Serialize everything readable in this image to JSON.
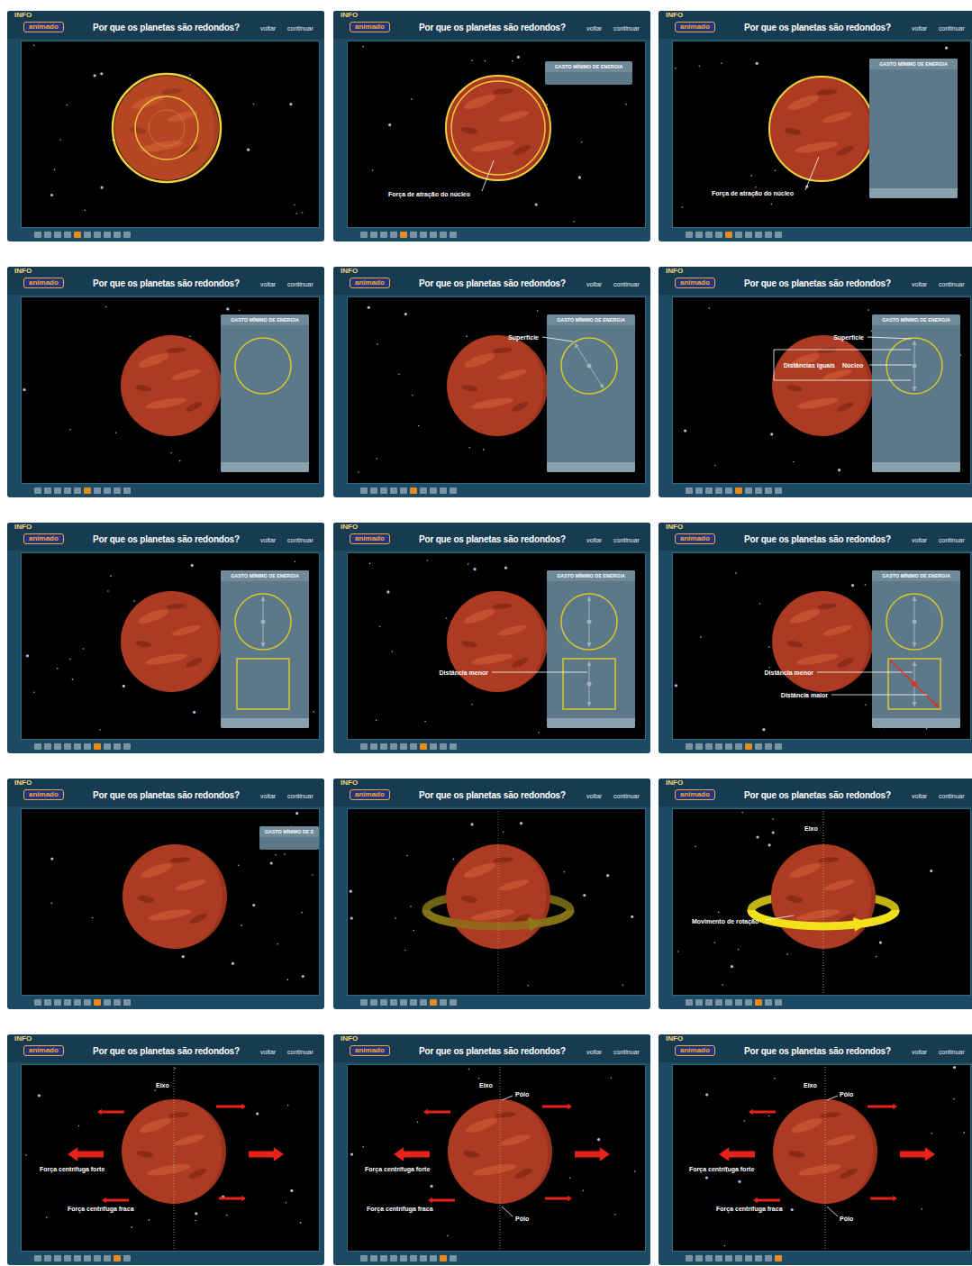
{
  "diagram": {
    "nodes": [
      {
        "text": [
          "GASTO MÍNIMO DE ENERGIA"
        ]
      },
      {
        "text": [
          "GASTO MÍNIMO DE ENERGIA"
        ]
      },
      {
        "text": [
          "GASTO MÍNIMO DE ENERGIA"
        ]
      },
      {
        "text": [
          "GASTO MÍNIMO DE ENERGIA"
        ]
      },
      {
        "text": [
          "GASTO MÍNIMO DE ENERGIA"
        ]
      },
      {
        "text": [
          "GASTO MÍNIMO DE ENERGIA"
        ]
      },
      {
        "text": [
          "GASTO MÍNIMO DE ENERGIA"
        ]
      },
      {
        "text": [
          "GASTO MÍNIMO DE ENERGIA"
        ]
      },
      {
        "text": [
          "GASTO MÍNIMO DE E"
        ]
      }
    ],
    "labels": [
      "INFO",
      "animado",
      "Por que os planetas são redondos?",
      "voltar",
      "continuar",
      "INFO",
      "animado",
      "Por que os planetas são redondos?",
      "voltar",
      "continuar",
      "Força de atração do núcleo",
      "INFO",
      "animado",
      "Por que os planetas são redondos?",
      "voltar",
      "continuar",
      "Força de atração do núcleo",
      "INFO",
      "animado",
      "Por que os planetas são redondos?",
      "voltar",
      "continuar",
      "INFO",
      "animado",
      "Por que os planetas são redondos?",
      "voltar",
      "continuar",
      "Superfície",
      "INFO",
      "animado",
      "Por que os planetas são redondos?",
      "voltar",
      "continuar",
      "Superfície",
      "Distâncias iguais",
      "Núcleo",
      "INFO",
      "animado",
      "Por que os planetas são redondos?",
      "voltar",
      "continuar",
      "INFO",
      "animado",
      "Por que os planetas são redondos?",
      "voltar",
      "continuar",
      "Distância menor",
      "INFO",
      "animado",
      "Por que os planetas são redondos?",
      "voltar",
      "continuar",
      "Distância menor",
      "Distância maior",
      "INFO",
      "animado",
      "Por que os planetas são redondos?",
      "voltar",
      "continuar",
      "INFO",
      "animado",
      "Por que os planetas são redondos?",
      "voltar",
      "continuar",
      "INFO",
      "animado",
      "Por que os planetas são redondos?",
      "voltar",
      "continuar",
      "Eixo",
      "Movimento de rotação",
      "INFO",
      "animado",
      "Por que os planetas são redondos?",
      "voltar",
      "continuar",
      "Eixo",
      "Força centrífuga forte",
      "Força centrífuga fraca",
      "INFO",
      "animado",
      "Por que os planetas são redondos?",
      "voltar",
      "continuar",
      "Eixo",
      "Pólo",
      "Força centrífuga forte",
      "Força centrífuga fraca",
      "Pólo",
      "INFO",
      "animado",
      "Por que os planetas são redondos?",
      "voltar",
      "continuar",
      "Eixo",
      "Pólo",
      "Força centrífuga forte",
      "Força centrífuga fraca",
      "Pólo"
    ]
  }
}
